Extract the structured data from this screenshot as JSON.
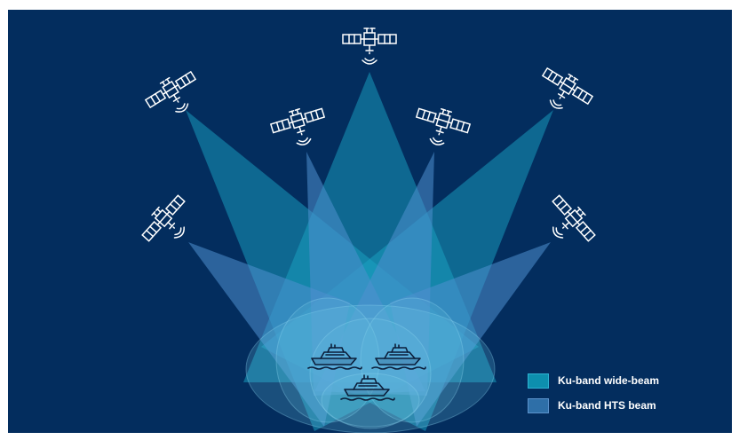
{
  "legend": {
    "items": [
      {
        "label": "Ku-band wide-beam",
        "color": "#0d8fae"
      },
      {
        "label": "Ku-band HTS beam",
        "color": "#2e6fa8"
      }
    ]
  },
  "colors": {
    "background": "#032d5e",
    "wide_beam": "#1aa3c4",
    "hts_beam": "#4f8fd0",
    "footprint": "#6cc7e6",
    "icon_stroke": "#ffffff"
  },
  "scene": {
    "satellites": [
      {
        "name": "satellite-top-center-icon",
        "beam": "wide"
      },
      {
        "name": "satellite-upper-left-icon",
        "beam": "wide"
      },
      {
        "name": "satellite-upper-right-icon",
        "beam": "wide"
      },
      {
        "name": "satellite-inner-left-icon",
        "beam": "hts"
      },
      {
        "name": "satellite-inner-right-icon",
        "beam": "hts"
      },
      {
        "name": "satellite-lower-left-icon",
        "beam": "hts"
      },
      {
        "name": "satellite-lower-right-icon",
        "beam": "hts"
      }
    ],
    "ships": [
      {
        "name": "ship-left-icon"
      },
      {
        "name": "ship-right-icon"
      },
      {
        "name": "ship-bottom-icon"
      }
    ]
  }
}
